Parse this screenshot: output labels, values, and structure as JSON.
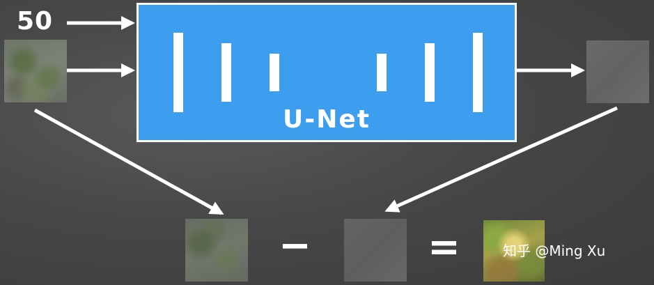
{
  "timestep": "50",
  "unet": {
    "label": "U-Net",
    "color": "#3d9ef0",
    "bar_count": 6
  },
  "operators": {
    "minus": "−",
    "equals": "="
  },
  "watermark": {
    "text": "知乎 @Ming Xu"
  },
  "images": [
    "noisy-input-image",
    "predicted-noise-image",
    "noisy-image-copy",
    "predicted-noise-copy",
    "denoised-result-image"
  ]
}
